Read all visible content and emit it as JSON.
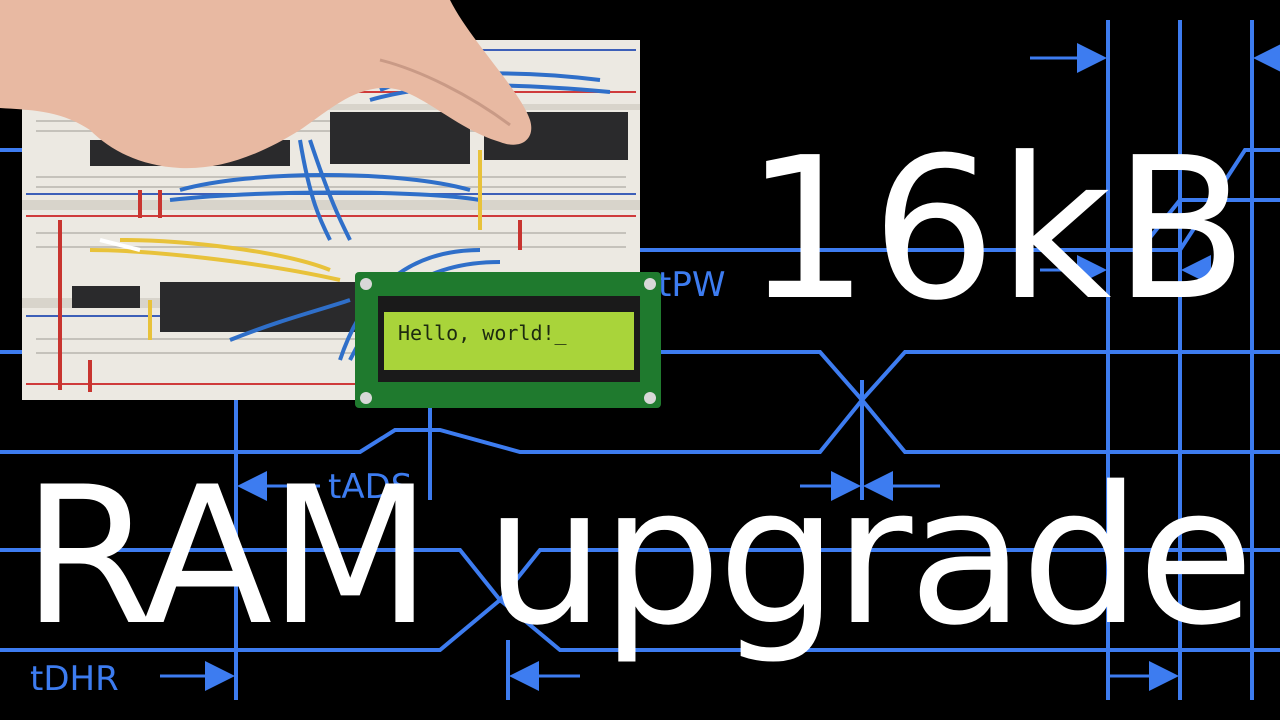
{
  "headline": {
    "line1": "16kB",
    "line2": "RAM upgrade"
  },
  "timing_labels": {
    "pulse_width": "tPW",
    "address_setup": "tADS",
    "data_hold": "tDHR"
  },
  "lcd": {
    "text": "Hello, world!_"
  },
  "colors": {
    "background": "#000000",
    "timing_lines": "#3d7cf0",
    "headline": "#ffffff",
    "lcd_backlight": "#a9d43a",
    "pcb": "#1f7a2e"
  }
}
